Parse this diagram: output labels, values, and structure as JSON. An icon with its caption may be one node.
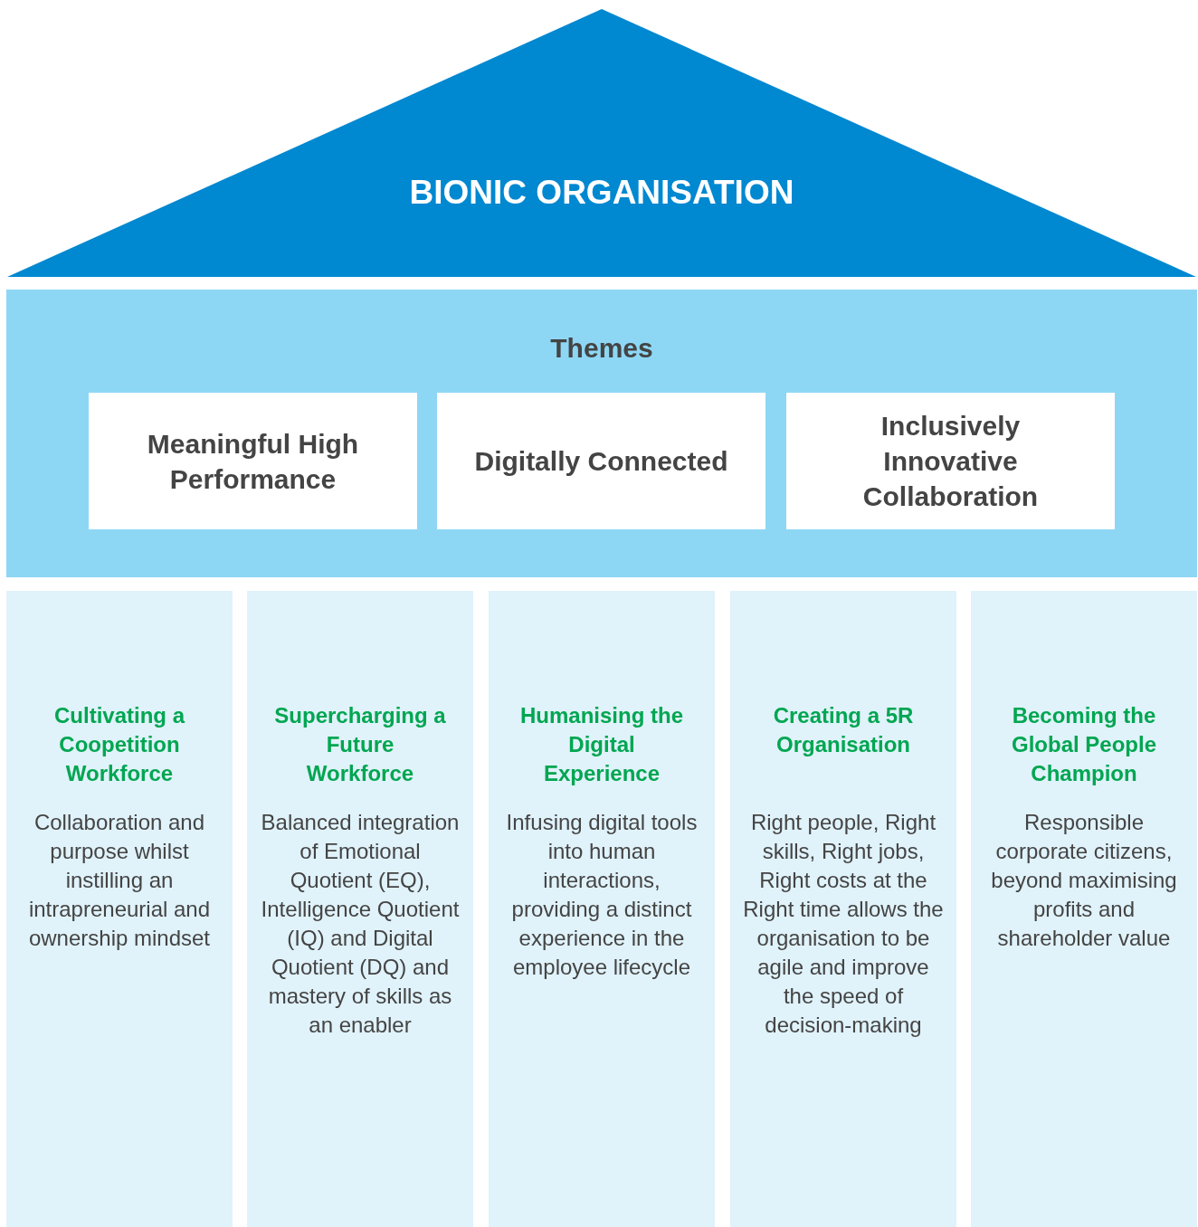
{
  "diagram": {
    "nodes": [
      {
        "text": [
          "BIONIC ORGANISATION"
        ]
      },
      {
        "text": [
          "Themes"
        ]
      },
      {
        "text": [
          "Meaningful High Performance"
        ],
        "in": 1
      },
      {
        "text": [
          "Digitally Connected"
        ],
        "in": 1
      },
      {
        "text": [
          "Inclusively Innovative Collaboration"
        ],
        "in": 1
      },
      {
        "text": [
          "Cultivating a Coopetition Workforce",
          "Collaboration and purpose whilst instilling an intrapreneurial and ownership mindset"
        ]
      },
      {
        "text": [
          "Supercharging a Future Workforce",
          "Balanced integration of Emotional Quotient (EQ), Intelligence Quotient (IQ) and Digital Quotient (DQ) and mastery of skills as an enabler"
        ]
      },
      {
        "text": [
          "Humanising the Digital Experience",
          "Infusing digital tools into human interactions, providing a distinct experience in the employee lifecycle"
        ]
      },
      {
        "text": [
          "Creating a 5R Organisation",
          "Right people, Right skills, Right jobs, Right costs at the Right time allows the organisation to be agile and improve the speed of decision-making"
        ]
      },
      {
        "text": [
          "Becoming the Global People Champion",
          "Responsible corporate citizens, beyond maximising profits and shareholder value"
        ]
      }
    ]
  }
}
